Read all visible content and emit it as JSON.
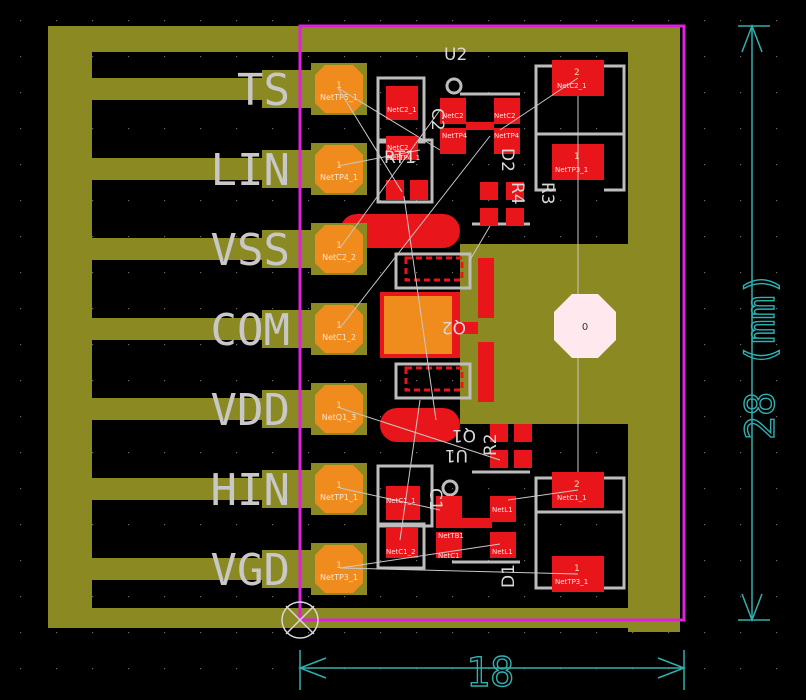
{
  "app": {
    "view": "PCB layout editor (board view)"
  },
  "colors": {
    "background": "#000000",
    "copper_bottom": "#8b8a22",
    "copper_top": "#e8161a",
    "pad_orange": "#f08c1e",
    "board_outline": "#e020e0",
    "silkscreen": "#bdbdbd",
    "dimension": "#2fb0b0",
    "ratsnest": "#c8c8c8"
  },
  "connector_labels": [
    "TS",
    "LIN",
    "VSS",
    "COM",
    "VDD",
    "HIN",
    "VGD"
  ],
  "test_points": [
    {
      "num": "1",
      "net": "NetTP5_1"
    },
    {
      "num": "1",
      "net": "NetTP4_1"
    },
    {
      "num": "1",
      "net": "NetC2_2"
    },
    {
      "num": "1",
      "net": "NetC1_2"
    },
    {
      "num": "1",
      "net": "NetQ1_3"
    },
    {
      "num": "1",
      "net": "NetTP1_1"
    },
    {
      "num": "1",
      "net": "NetTP3_1"
    }
  ],
  "refdes": {
    "u2": "U2",
    "c2": "C2",
    "rt1": "RT1",
    "d2": "D2",
    "r4": "R4",
    "r3": "R3",
    "q2": "Q2",
    "q1": "Q1",
    "u1": "U1",
    "r2": "R2",
    "c1": "C1",
    "d1": "D1"
  },
  "smd_pads": {
    "c2_top": "NetC2_1",
    "c2_bottom_a": "NetC2_",
    "rt1": "NetTP4_1",
    "r3_top_num": "2",
    "r3_top": "NetC2_1",
    "r3_bottom_num": "1",
    "r3_bottom": "NetTP3_1",
    "r2_top_num": "2",
    "r2_top": "NetC1_1",
    "r2_bottom_num": "1",
    "r2_bottom": "NetTP3_1",
    "c1_top": "NetC1_1",
    "c1_bottom": "NetC1_2",
    "u1_a": "NetTB1",
    "u1_b": "NetC1",
    "u1_c": "NetL1",
    "u1_d": "NetL1",
    "u2_a": "NetC2",
    "u2_b": "NetTP4",
    "u2_c": "NetTP4",
    "u2_d": "NetC2"
  },
  "mounting_hole": {
    "label": "0"
  },
  "dimensions": {
    "width": "18",
    "height": "28 (mm)"
  }
}
